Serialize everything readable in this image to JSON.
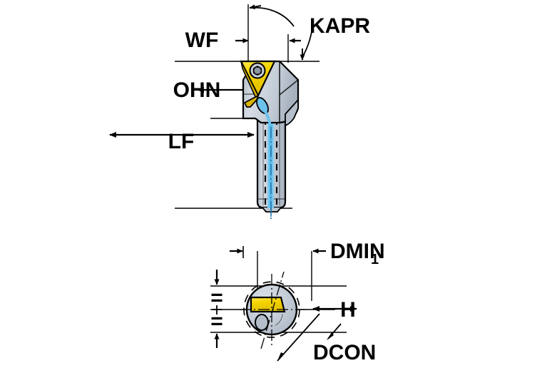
{
  "drawing": {
    "title": "Boring bar technical dimension drawing",
    "views": [
      {
        "name": "side-view",
        "description": "Side elevation of boring bar with triangular insert"
      },
      {
        "name": "cross-section-view",
        "description": "End/cross-section view of shank showing insert seat"
      }
    ]
  },
  "labels": {
    "wf": "WF",
    "kapr": "KAPR",
    "ohn": "OHN",
    "lf": "LF",
    "dmin": "DMIN",
    "dmin_sub": "1",
    "h": "H",
    "dcon": "DCON",
    "equal_upper": "=",
    "equal_lower": "="
  },
  "colors": {
    "insert_yellow": "#F5D400",
    "insert_yellow_dark": "#D9B400",
    "body_steel": "#C3CBD6",
    "body_steel_light": "#D7DDE5",
    "body_steel_dark": "#A8B2BF",
    "coolant_blue": "#55B6E8",
    "coolant_blue_light": "#93D4F0",
    "outline_black": "#000000",
    "background": "#FFFFFF"
  },
  "elements": {
    "insert": "triangular-carbide-insert",
    "screw": "insert-clamp-screw",
    "coolant_hole": "coolant-outlet-hole",
    "coolant_channel": "internal-coolant-channel",
    "shank": "cylindrical-shank",
    "head": "cutting-head",
    "flat": "shank-flat",
    "centerline": "centerline",
    "section_circle": "shank-outer-circle",
    "section_insert": "insert-cross-section",
    "section_hole": "coolant-hole-cross-section"
  }
}
